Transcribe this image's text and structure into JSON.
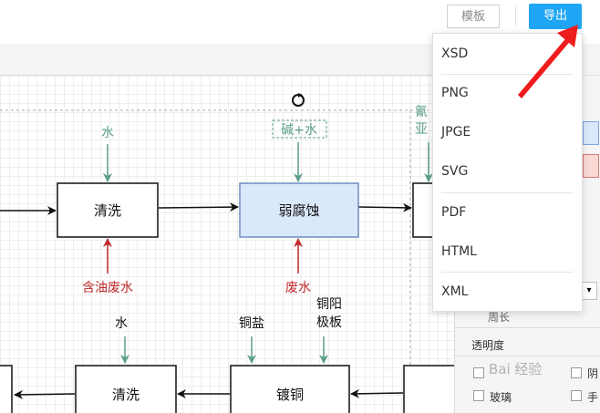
{
  "header": {
    "template_label": "模板",
    "export_label": "导出"
  },
  "export_menu": {
    "items": [
      {
        "label": "XSD"
      },
      {
        "label": "PNG"
      },
      {
        "label": "JPGE"
      },
      {
        "label": "SVG"
      },
      {
        "label": "PDF"
      },
      {
        "label": "HTML"
      },
      {
        "label": "XML"
      }
    ]
  },
  "diagram": {
    "nodes": {
      "clean_top": "清洗",
      "weak_etch": "弱腐蚀",
      "clean_bottom": "清洗",
      "copper_plate": "镀铜"
    },
    "inputs": {
      "water_top": "水",
      "alkali_water": "碱+水",
      "cyanide_partial_1": "氰",
      "cyanide_partial_2": "亚",
      "water_bottom": "水",
      "copper_salt": "铜盐",
      "copper_anode_1": "铜阳",
      "copper_anode_2": "极板"
    },
    "outputs": {
      "oily_wastewater": "含油废水",
      "wastewater": "废水"
    }
  },
  "right_panel": {
    "perimeter": "周长",
    "opacity": "透明度",
    "shadow_partial": "阴",
    "glass": "玻璃",
    "hand_partial": "手"
  },
  "watermark": "Bai 经验",
  "colors": {
    "accent": "#1ea6f5",
    "teal_arrow": "#5a9e8a",
    "red_arrow": "#c0282b",
    "node_blue_fill": "#dae8fc",
    "node_blue_stroke": "#6c8ebf"
  }
}
